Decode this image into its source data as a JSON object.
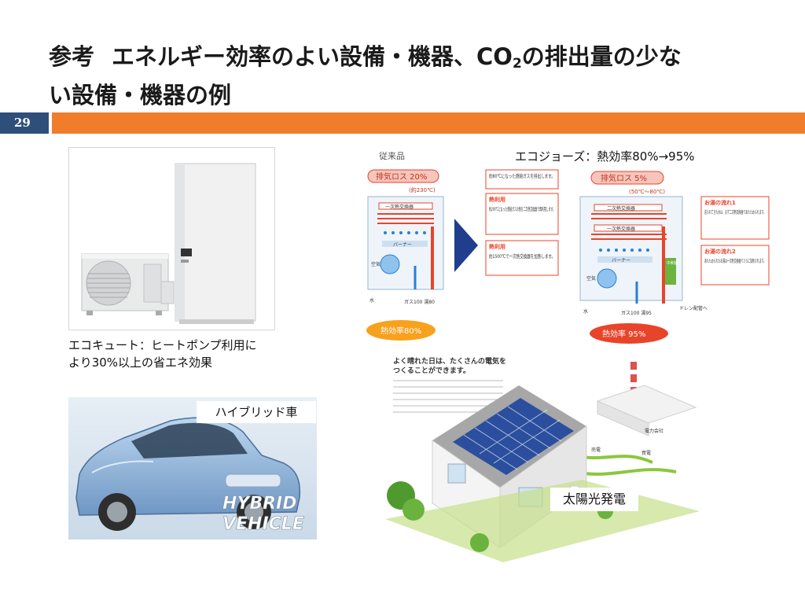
{
  "slide": {
    "title_line1_a": "参考",
    "title_line1_b": "エネルギー効率のよい設備・機器、CO",
    "title_sub": "2",
    "title_line1_c": "の排出量の少な",
    "title_line2": "い設備・機器の例",
    "page_number": "29"
  },
  "ecocute": {
    "caption_line1": "エコキュート：ヒートポンプ利用に",
    "caption_line2": "より30%以上の省エネ効果"
  },
  "hybrid": {
    "label": "ハイブリッド車",
    "emblem_line1": "HYBRID",
    "emblem_line2": "VEHICLE"
  },
  "ecojozu": {
    "title": "エコジョーズ：熱効率80%→95%",
    "old_label": "従来品",
    "old_loss": "排気ロス 20%",
    "old_temp": "(約230℃)",
    "old_efficiency": "熱効率80%",
    "new_loss": "排気ロス 5%",
    "new_temp": "(50℃〜80℃)",
    "new_efficiency": "熱効率 95%",
    "box1": "約80℃になった燃焼ガスを排出します。",
    "box2_head": "熱利用",
    "box2": "約200℃になった燃焼ガスの熱を二次熱交換器で再利用します。",
    "box3_head": "熱利用",
    "box3": "約1500℃で一次熱交換器を加熱します。",
    "flow1_head": "お湯の流れ1",
    "flow1": "送られてきた水は、まず二次熱交換器であたためられます。",
    "flow2_head": "お湯の流れ2",
    "flow2": "あたためられたお湯は一次熱交換器でさらに加熱されます。",
    "hx_primary": "一次熱交換器",
    "hx_secondary": "二次熱交換器",
    "burner": "バーナー",
    "air": "空気",
    "water": "水",
    "gas_hot": "ガス100 湯80",
    "gas_hot_new": "ガス100 湯95",
    "drain": "ドレン配管へ",
    "neutralizer": "中和器"
  },
  "solar": {
    "label": "太陽光発電",
    "heading_line1": "よく晴れた日は、たくさんの電気を",
    "heading_line2": "つくることができます。",
    "power_company": "電力会社",
    "sell": "売電",
    "buy": "買電"
  },
  "colors": {
    "accent_orange": "#f07d2c",
    "page_box": "#2e4f7a",
    "arrow_navy": "#1f3f8c",
    "diagram_red": "#e8442a",
    "diagram_pink": "#f6c5bc"
  }
}
